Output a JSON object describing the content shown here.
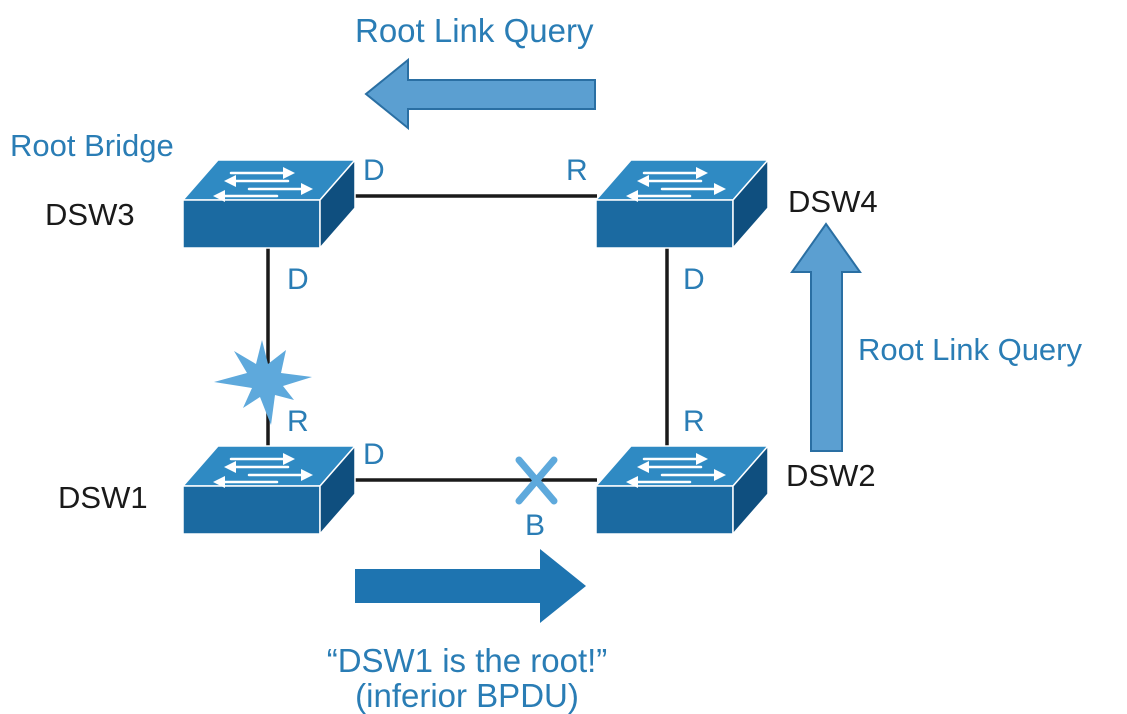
{
  "switches": {
    "dsw3": {
      "name": "DSW3",
      "role": "Root Bridge"
    },
    "dsw4": {
      "name": "DSW4"
    },
    "dsw1": {
      "name": "DSW1"
    },
    "dsw2": {
      "name": "DSW2"
    }
  },
  "ports": {
    "dsw3_right": "D",
    "dsw4_left": "R",
    "dsw3_down": "D",
    "dsw4_down": "D",
    "dsw1_up": "R",
    "dsw2_up": "R",
    "dsw1_right": "D",
    "dsw2_left": "B"
  },
  "messages": {
    "top_query": "Root Link Query",
    "right_query": "Root Link Query",
    "bottom_line1": "“DSW1 is the root!”",
    "bottom_line2": "(inferior BPDU)"
  },
  "colors": {
    "accent": "#2a7db5",
    "switch_body": "#1b6aa1",
    "arrow_dark": "#1e74b0",
    "arrow_light": "#5b9fd1",
    "link": "#1a1a1a"
  },
  "icons": {
    "link_failure": "starburst-icon",
    "blocked_port": "x-mark-icon"
  }
}
